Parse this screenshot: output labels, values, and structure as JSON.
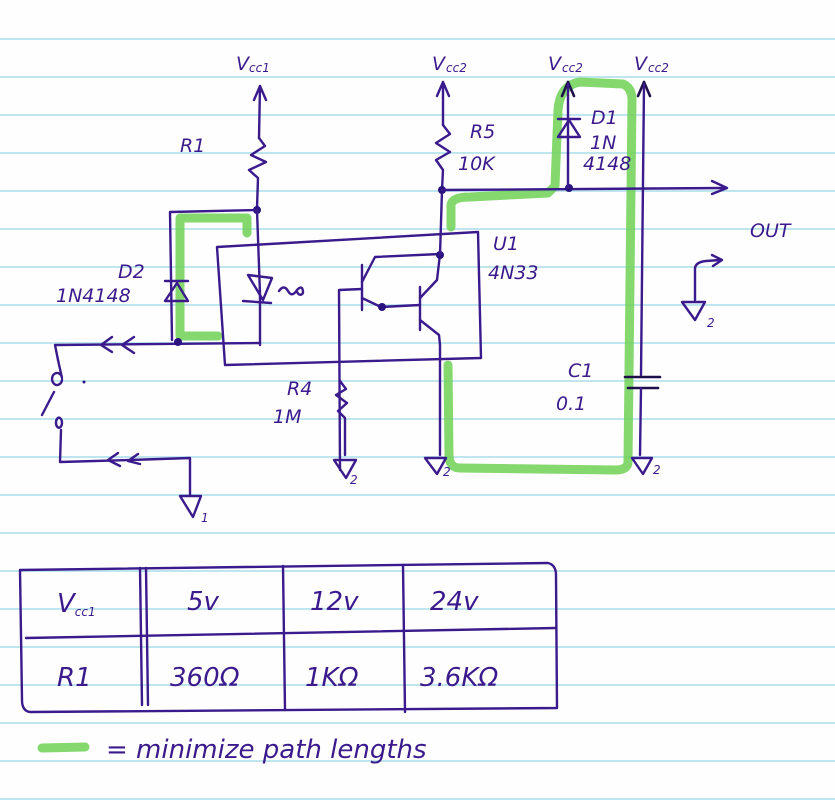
{
  "colors": {
    "ink": "#3a1a8c",
    "highlight": "#6fd155",
    "paper_lines": "#bfe6ee"
  },
  "supplies": {
    "vcc1": {
      "main": "V",
      "sub": "cc1"
    },
    "vcc2_a": {
      "main": "V",
      "sub": "cc2"
    },
    "vcc2_b": {
      "main": "V",
      "sub": "cc2"
    },
    "vcc2_c": {
      "main": "V",
      "sub": "cc2"
    }
  },
  "components": {
    "r1": {
      "ref": "R1"
    },
    "r5": {
      "ref": "R5",
      "value": "10K"
    },
    "d1": {
      "ref": "D1",
      "value_line1": "1N",
      "value_line2": "4148"
    },
    "d2": {
      "ref": "D2",
      "value": "1N4148"
    },
    "u1": {
      "ref": "U1",
      "value": "4N33"
    },
    "r4": {
      "ref": "R4",
      "value": "1M"
    },
    "c1": {
      "ref": "C1",
      "value": "0.1"
    }
  },
  "nets": {
    "out_label": "OUT",
    "ground_1": "1",
    "ground_2": "2"
  },
  "legend": {
    "text": "= minimize path lengths"
  },
  "table": {
    "rows": [
      {
        "header": "Vcc1",
        "cells": [
          "5v",
          "12v",
          "24v"
        ]
      },
      {
        "header": "R1",
        "cells": [
          "360Ω",
          "1KΩ",
          "3.6KΩ"
        ]
      }
    ]
  }
}
